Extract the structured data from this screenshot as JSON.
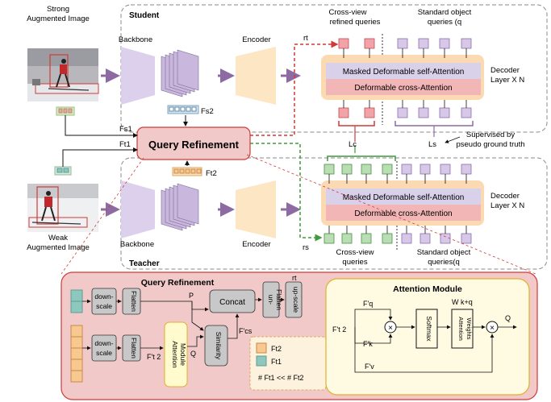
{
  "labels": {
    "strong": [
      "Strong",
      "Augmented Image"
    ],
    "weak": [
      "Weak",
      "Augmented Image"
    ],
    "student": "Student",
    "teacher": "Teacher",
    "backbone": "Backbone",
    "encoder": "Encoder",
    "cross_view_refined": "Cross-view refined queries",
    "standard_queries_s": "Standard object queries (qs )",
    "standard_queries_t": "Standard object queries(qt)",
    "cross_view_queries": "Cross-view queries",
    "masked_attn": "Masked Deformable self-Attention",
    "deform_attn": "Deformable cross-Attention",
    "decoder_layer": [
      "Decoder",
      "Layer X N"
    ],
    "query_refinement": "Query Refinement",
    "supervised": [
      "Supervised by",
      "pseudo ground truth"
    ],
    "fs1": "Fs1",
    "ft1": "Ft1",
    "fs2": "Fs2",
    "ft2": "Ft2",
    "rt": "rt",
    "rs": "rs",
    "lc": "Lc",
    "ls": "Ls"
  },
  "qr_panel": {
    "title": "Query Refinement",
    "downscale": [
      "down-",
      "scale"
    ],
    "flatten": "Flatten",
    "attention_module_box": [
      "Attention",
      "Module"
    ],
    "similarity": "Similarity",
    "concat": "Concat",
    "unflatten": [
      "un-",
      "Flatten"
    ],
    "upscale": [
      "up-scale"
    ],
    "p": "P",
    "q": "Q",
    "f_t2": "F't 2",
    "f_cs": "F'cs",
    "rt": "rt",
    "legend": [
      "Ft2",
      "Ft1",
      "# Ft1  << # Ft2"
    ]
  },
  "attention_module": {
    "title": "Attention Module",
    "fq": "F'q",
    "fk": "F'k",
    "fv": "F'v",
    "ft2": "F't 2",
    "softmax": "Softmax",
    "weights": [
      "Attention",
      "Weights"
    ],
    "wkq": "W k+q",
    "q": "Q"
  },
  "colors": {
    "arrow": "#8e6aa3",
    "red": "#d13a36",
    "green": "#3f9a3a",
    "qr_fill": "#f2c9c9",
    "pink_query": "#f2a3a8",
    "green_query": "#b9deb3",
    "purple_query": "#d6c8e6",
    "decoder_outer": "#fbd9b3",
    "self_attn": "#d9d0ea",
    "cross_attn": "#f2b6b6",
    "orange_token": "#f7c88f",
    "teal_token": "#8ec7bd"
  }
}
